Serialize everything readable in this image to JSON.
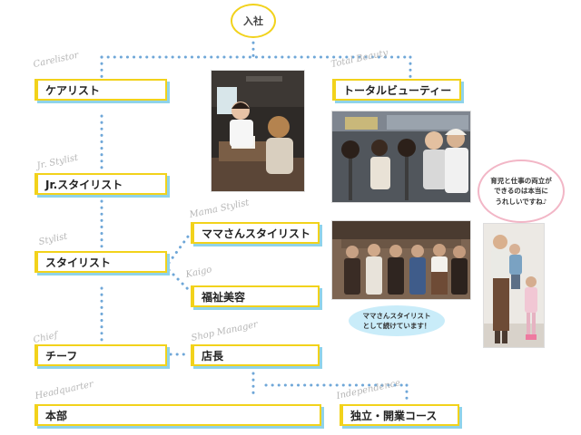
{
  "start": "入社",
  "nodes": {
    "care": "ケアリスト",
    "total": "トータルビューティー",
    "jr": "Jr.スタイリスト",
    "mama": "ママさんスタイリスト",
    "stylist": "スタイリスト",
    "welfare": "福祉美容",
    "chief": "チーフ",
    "manager": "店長",
    "hq": "本部",
    "indep": "独立・開業コース"
  },
  "scripts": {
    "care": "Carelistor",
    "total": "Total Beauty",
    "jr": "Jr. Stylist",
    "mama": "Mama Stylist",
    "stylist": "Stylist",
    "welfare": "Kaigo",
    "chief": "Chief",
    "manager": "Shop Manager",
    "hq": "Headquarter",
    "indep": "Independence"
  },
  "bubbles": {
    "pink_lines": [
      "育児と仕事の両立が",
      "できるのは本当に",
      "うれしいですね♪"
    ],
    "blue_lines": [
      "ママさんスタイリスト",
      "として続けています！"
    ]
  },
  "colors": {
    "box_border": "#f2d21b",
    "box_shadow": "#8fd3ea",
    "dots": "#6fa7d8",
    "bubble_blue": "#c9ecf9",
    "bubble_pink_border": "#f2b6c6"
  }
}
